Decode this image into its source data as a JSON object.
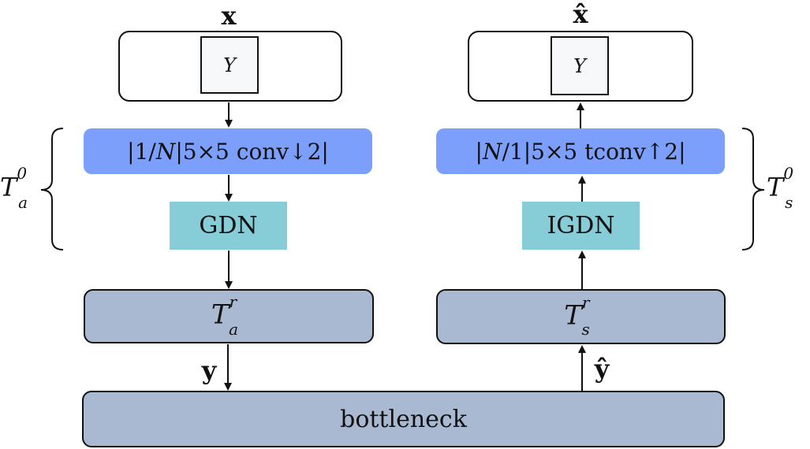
{
  "encoder": {
    "input_label": "x",
    "transform_box_label": "Y",
    "conv_label": {
      "left_bar": "|",
      "ratio_num": "1",
      "slash": "/",
      "ratio_den": "N",
      "mid_bar": "|",
      "kernel": "5×5 conv↓2",
      "right_bar": "|"
    },
    "gdn_label": "GDN",
    "t_box": {
      "base": "T",
      "sup": "r",
      "sub": "a"
    },
    "brace_label": {
      "base": "T",
      "sup": "0",
      "sub": "a"
    },
    "output_label": "y"
  },
  "decoder": {
    "output_label": "x̂",
    "transform_box_label": "Y",
    "conv_label": {
      "left_bar": "|",
      "ratio_num": "N",
      "slash": "/",
      "ratio_den": "1",
      "mid_bar": "|",
      "kernel": "5×5 tconv↑2",
      "right_bar": "|"
    },
    "gdn_label": "IGDN",
    "t_box": {
      "base": "T",
      "sup": "r",
      "sub": "s"
    },
    "brace_label": {
      "base": "T",
      "sup": "0",
      "sub": "s"
    },
    "input_label": "ŷ"
  },
  "bottleneck": {
    "label": "bottleneck"
  },
  "colors": {
    "conv_fill": "#7b9ffb",
    "gdn_fill": "#86cdd8",
    "gray_fill": "#aab9d2",
    "inner_fill": "#f7f8fa",
    "stroke": "#111111"
  }
}
